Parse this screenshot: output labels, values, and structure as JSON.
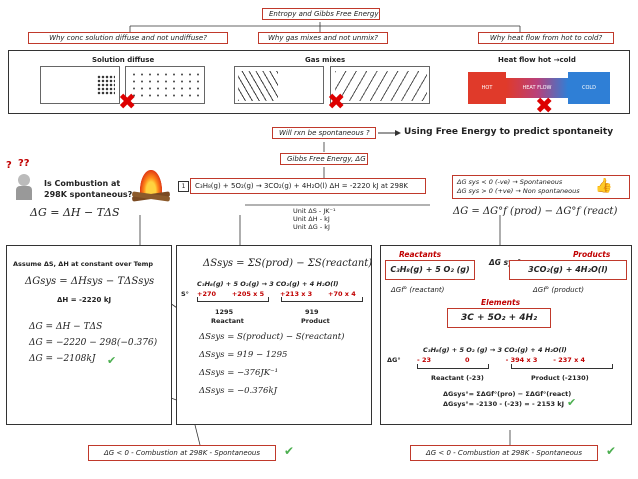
{
  "header": {
    "title": "Entropy and Gibbs Free Energy",
    "q1": "Why conc solution diffuse and not undiffuse?",
    "q2": "Why gas mixes and not unmix?",
    "q3": "Why heat flow from hot to cold?"
  },
  "panels": {
    "p1": "Solution diffuse",
    "p2": "Gas mixes",
    "p3": "Heat flow hot →cold",
    "heat_hot": "HOT",
    "heat_flow": "HEAT FLOW",
    "heat_cold": "COLD"
  },
  "middle": {
    "spontaneous_q": "Will rxn be spontaneous ?",
    "using": "Using Free Energy to predict spontaneity",
    "gibbs": "Gibbs Free Energy, ΔG",
    "combustion_q1": "Is Combustion at",
    "combustion_q2": "298K spontaneous?",
    "reaction": "C₃H₈(g) +  5O₂(g) → 3CO₂(g) + 4H₂O(l)   ΔH = -2220 kJ at 298K",
    "rule1": "ΔG sys < 0 (-ve) → Spontaneous",
    "rule2": "ΔG sys > 0 (+ve) → Non spontaneous",
    "units1": "Unit ΔS - JK⁻¹",
    "units2": "Unit ΔH - kJ",
    "units3": "Unit  ΔG - kJ",
    "eq_main": "ΔG = ΔH − TΔS",
    "eq_formation": "ΔG = ΔG°f (prod) − ΔG°f (react)"
  },
  "left_box": {
    "assume": "Assume ΔS, ΔH at constant over Temp",
    "eq1": "ΔGsys = ΔHsys − TΔSsys",
    "dh": "ΔH = -2220 kJ",
    "l1": "ΔG = ΔH − TΔS",
    "l2": "ΔG = −2220 − 298(−0.376)",
    "l3": "ΔG = −2108kJ"
  },
  "mid_box": {
    "eq1": "ΔSsys = ΣS(prod) − ΣS(reactant)",
    "reaction": "C₃H₈(g)  +  5 O₂(g)  → 3 CO₂(g)  +  4 H₂O(l)",
    "s_label": "S°",
    "s_vals": "+270       +205 x 5       +213 x 3       +70 x 4",
    "react_total": "1295",
    "prod_total": "919",
    "react_label": "Reactant",
    "prod_label": "Product",
    "l1": "ΔSsys = S(product) − S(reactant)",
    "l2": "ΔSsys = 919 − 1295",
    "l3": "ΔSsys = −376JK⁻¹",
    "l4": "ΔSsys = −0.376kJ"
  },
  "right_box": {
    "reactants": "Reactants",
    "products": "Products",
    "dg_sys": "ΔG sys°",
    "react_formula": "C₃H₈(g)  + 5 O₂ (g)",
    "prod_formula": "3CO₂(g)  +  4H₂O(l)",
    "gf_react": "ΔGf° (reactant)",
    "gf_prod": "ΔGf° (product)",
    "elements": "Elements",
    "elements_formula": "3C + 5O₂ + 4H₂",
    "reaction": "C₃H₈(g)  +  5 O₂ (g)   → 3 CO₂(g)  +  4 H₂O(l)",
    "dg_label": "ΔG°",
    "vals": "- 23               0                - 394 x 3       - 237 x 4",
    "react_total": "Reactant (-23)",
    "prod_total": "Product (-2130)",
    "f1": "ΔGsys°= ΣΔGf°(pro) − ΣΔGf°(react)",
    "f2": "ΔGsys°=  -2130 - (-23) = - 2153 kJ"
  },
  "conclusion": {
    "left": "ΔG < 0 - Combustion at 298K - Spontaneous",
    "right": "ΔG < 0 - Combustion at 298K - Spontaneous"
  },
  "colors": {
    "accent_red": "#c0392b",
    "check_green": "#4caf50",
    "hot": "#e03a2a",
    "cold": "#2f7fd6"
  }
}
